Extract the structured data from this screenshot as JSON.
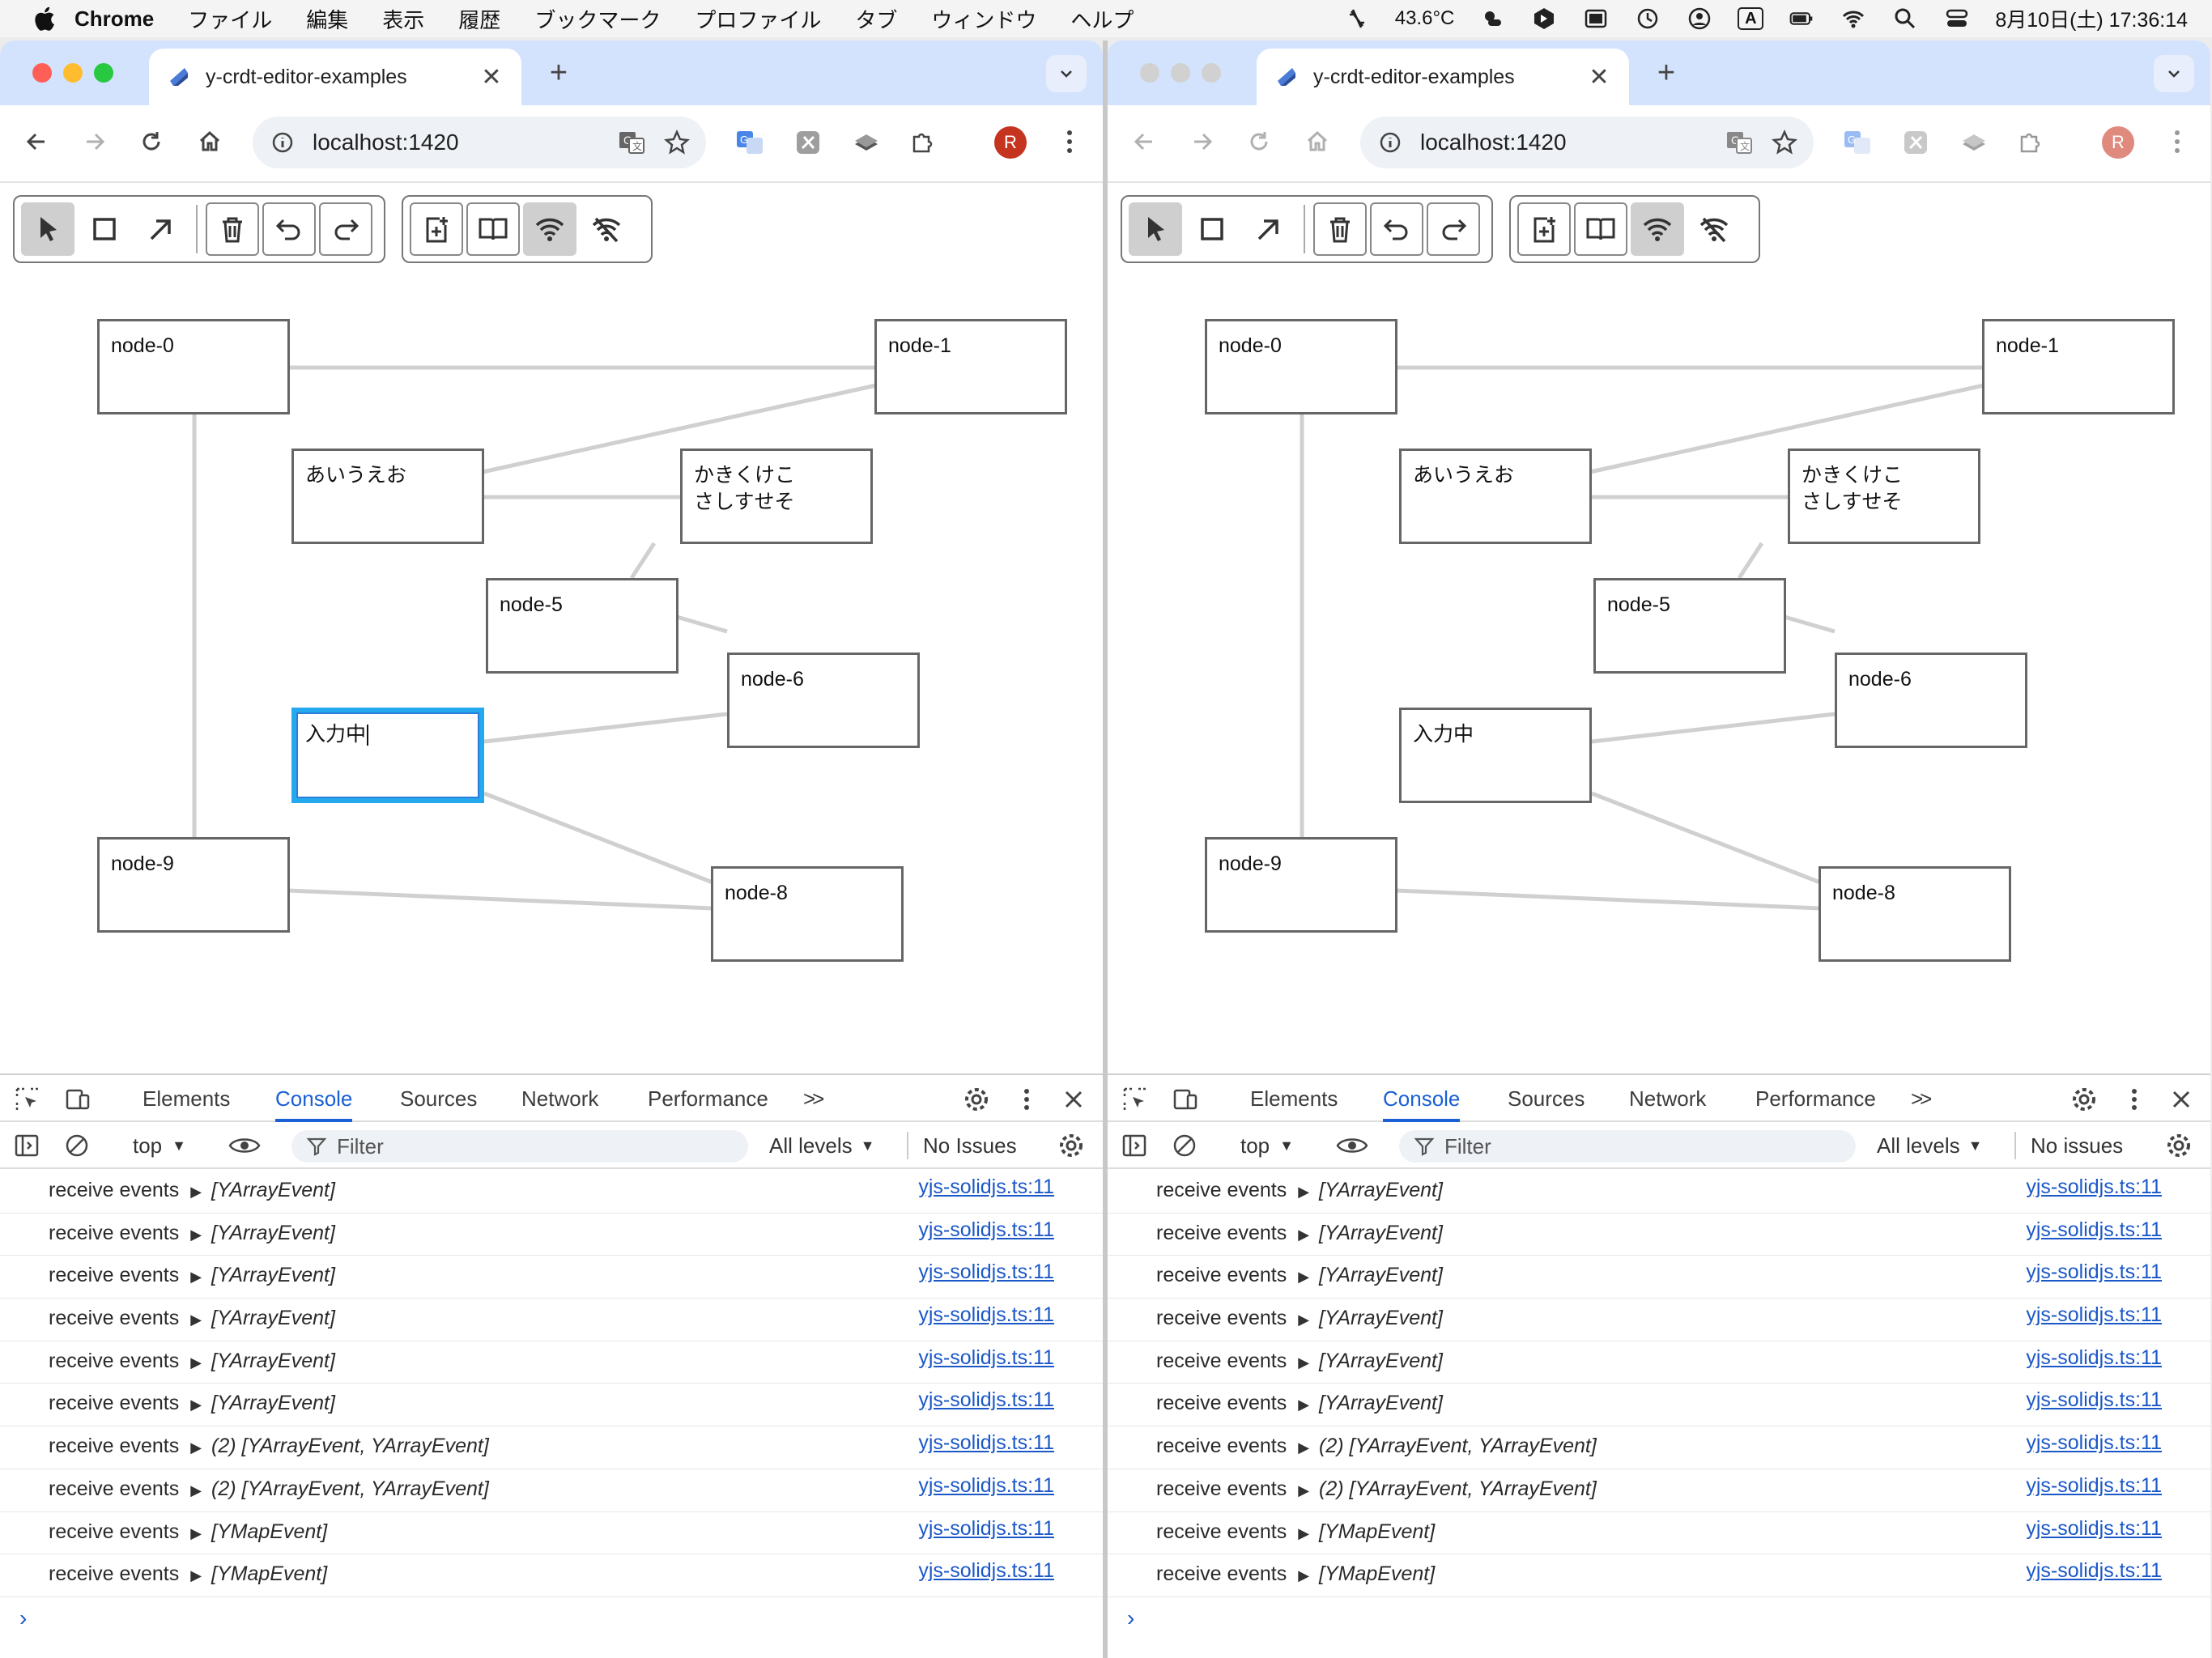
{
  "menubar": {
    "app": "Chrome",
    "items": [
      "ファイル",
      "編集",
      "表示",
      "履歴",
      "ブックマーク",
      "プロファイル",
      "タブ",
      "ウィンドウ",
      "ヘルプ"
    ],
    "temperature": "43.6°C",
    "input_mode": "A",
    "datetime": "8月10日(土) 17:36:14"
  },
  "windows": [
    {
      "id": "left",
      "tab_title": "y-crdt-editor-examples",
      "url": "localhost:1420",
      "avatar": "R",
      "nodes": [
        {
          "label": "node-0"
        },
        {
          "label": "node-1"
        },
        {
          "label": "あいうえお"
        },
        {
          "label": "かきくけこ\nさしすせそ"
        },
        {
          "label": "node-5"
        },
        {
          "label": "node-6"
        },
        {
          "label": "入力中"
        },
        {
          "label": "node-9"
        },
        {
          "label": "node-8"
        }
      ]
    },
    {
      "id": "right",
      "tab_title": "y-crdt-editor-examples",
      "url": "localhost:1420",
      "avatar": "R",
      "nodes": [
        {
          "label": "node-0"
        },
        {
          "label": "node-1"
        },
        {
          "label": "あいうえお"
        },
        {
          "label": "かきくけこ\nさしすせそ"
        },
        {
          "label": "node-5"
        },
        {
          "label": "node-6"
        },
        {
          "label": "入力中"
        },
        {
          "label": "node-9"
        },
        {
          "label": "node-8"
        }
      ]
    }
  ],
  "devtools": {
    "tabs": [
      "Elements",
      "Console",
      "Sources",
      "Network",
      "Performance"
    ],
    "active_tab": "Console",
    "more": ">>",
    "context": "top",
    "filter_placeholder": "Filter",
    "levels": "All levels",
    "issues_left": "No Issues",
    "issues_right": "No issues",
    "logs": [
      {
        "text": "receive events",
        "detail": "[YArrayEvent]",
        "source": "yjs-solidjs.ts:11"
      },
      {
        "text": "receive events",
        "detail": "[YArrayEvent]",
        "source": "yjs-solidjs.ts:11"
      },
      {
        "text": "receive events",
        "detail": "[YArrayEvent]",
        "source": "yjs-solidjs.ts:11"
      },
      {
        "text": "receive events",
        "detail": "[YArrayEvent]",
        "source": "yjs-solidjs.ts:11"
      },
      {
        "text": "receive events",
        "detail": "[YArrayEvent]",
        "source": "yjs-solidjs.ts:11"
      },
      {
        "text": "receive events",
        "detail": "[YArrayEvent]",
        "source": "yjs-solidjs.ts:11"
      },
      {
        "text": "receive events",
        "detail": "(2) [YArrayEvent, YArrayEvent]",
        "source": "yjs-solidjs.ts:11"
      },
      {
        "text": "receive events",
        "detail": "(2) [YArrayEvent, YArrayEvent]",
        "source": "yjs-solidjs.ts:11"
      },
      {
        "text": "receive events",
        "detail": "[YMapEvent]",
        "source": "yjs-solidjs.ts:11"
      },
      {
        "text": "receive events",
        "detail": "[YMapEvent]",
        "source": "yjs-solidjs.ts:11"
      }
    ],
    "prompt": "›"
  },
  "colors": {
    "tabstrip": "#d3e3fd",
    "editing_border": "#25a9ee",
    "link": "#1a57c7",
    "active_tab": "#1a5fd3"
  }
}
